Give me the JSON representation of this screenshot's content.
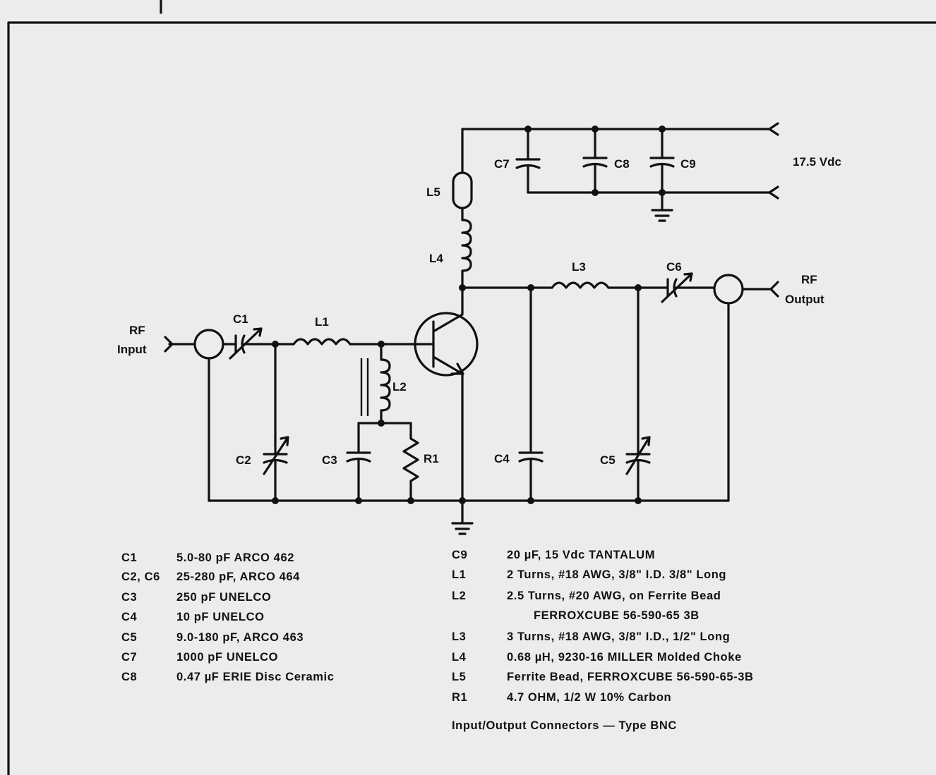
{
  "labels": {
    "rf_input_1": "RF",
    "rf_input_2": "Input",
    "rf_output_1": "RF",
    "rf_output_2": "Output",
    "supply": "17.5 Vdc",
    "C1": "C1",
    "C2": "C2",
    "C3": "C3",
    "C4": "C4",
    "C5": "C5",
    "C6": "C6",
    "C7": "C7",
    "C8": "C8",
    "C9": "C9",
    "L1": "L1",
    "L2": "L2",
    "L3": "L3",
    "L4": "L4",
    "L5": "L5",
    "R1": "R1"
  },
  "parts_left": [
    {
      "ref": "C1",
      "desc": "5.0-80 pF  ARCO 462"
    },
    {
      "ref": "C2, C6",
      "desc": "25-280 pF, ARCO 464"
    },
    {
      "ref": "C3",
      "desc": "250 pF UNELCO"
    },
    {
      "ref": "C4",
      "desc": "10 pF UNELCO"
    },
    {
      "ref": "C5",
      "desc": "9.0-180 pF, ARCO 463"
    },
    {
      "ref": "C7",
      "desc": "1000 pF UNELCO"
    },
    {
      "ref": "C8",
      "desc": "0.47 µF ERIE Disc Ceramic"
    }
  ],
  "parts_right": [
    {
      "ref": "C9",
      "desc": "20 µF, 15 Vdc TANTALUM"
    },
    {
      "ref": "L1",
      "desc": "2 Turns, #18 AWG, 3/8\" I.D. 3/8\" Long"
    },
    {
      "ref": "L2",
      "desc": "2.5 Turns, #20 AWG, on Ferrite Bead"
    },
    {
      "ref": "",
      "desc": "FERROXCUBE 56-590-65 3B"
    },
    {
      "ref": "L3",
      "desc": "3 Turns, #18 AWG, 3/8\" I.D., 1/2\" Long"
    },
    {
      "ref": "L4",
      "desc": "0.68 µH, 9230-16 MILLER Molded Choke"
    },
    {
      "ref": "L5",
      "desc": "Ferrite Bead, FERROXCUBE 56-590-65-3B"
    },
    {
      "ref": "R1",
      "desc": "4.7 OHM, 1/2 W  10% Carbon"
    }
  ],
  "connectors_note": "Input/Output Connectors — Type BNC"
}
